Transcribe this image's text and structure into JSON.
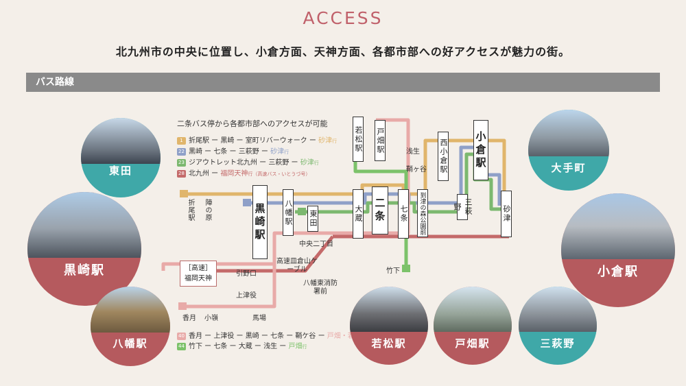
{
  "header": {
    "title": "ACCESS",
    "subtitle": "北九州市の中央に位置し、小倉方面、天神方面、各都市部への好アクセスが魅力の街。"
  },
  "section": {
    "label": "バス路線"
  },
  "diagram": {
    "caption": "二条バス停から各都市部へのアクセスが可能",
    "routes": [
      {
        "num": "1",
        "color": "#e0b56b",
        "text": "折尾駅 ー 黒崎 ー 室町リバーウォーク ー",
        "dest": "砂津",
        "suffix": "行"
      },
      {
        "num": "22",
        "color": "#8fa0c8",
        "text": "黒崎 ー 七条 ー 三萩野 ー",
        "dest": "砂津",
        "suffix": "行"
      },
      {
        "num": "23",
        "color": "#7cb86f",
        "text": "ジアウトレット北九州 ー 三萩野 ー",
        "dest": "砂津",
        "suffix": "行"
      },
      {
        "num": "28",
        "color": "#c46a6a",
        "text": "北九州 ー",
        "dest": "福岡天神",
        "suffix": "行（高速バス・いとうづ号）"
      }
    ],
    "routes_bottom": [
      {
        "num": "40",
        "color": "#e8aaa8",
        "text": "香月 ー 上津役 ー 黒崎 ー 七条 ー 鞘ケ谷 ー",
        "dest": "戸畑・若松",
        "suffix": "行"
      },
      {
        "num": "44",
        "color": "#7cc26a",
        "text": "竹下 ー 七条 ー 大蔵 ー 浅生 ー",
        "dest": "戸畑",
        "suffix": "行"
      }
    ],
    "stations": {
      "kurosaki": "黒崎駅",
      "nijo": "二条",
      "kokura": "小倉駅",
      "yahata": "八幡駅",
      "higashida": "東田",
      "okura": "大蔵",
      "shichijo": "七条",
      "wakamatsu": "若松駅",
      "tobata": "戸畑駅",
      "nishikokura": "西小倉駅",
      "mihagino": "三萩野",
      "sunatsu": "砂津",
      "itozu": "到津の森公園前",
      "orio": "折尾駅",
      "jinnohara": "陣の原",
      "asao": "浅生",
      "sayagatani": "鞘ヶ谷",
      "chuo": "中央二丁目",
      "hikinokuchi": "引野口",
      "kamikoujaku": "上津役",
      "kosokuyama": "高速皿倉山ケーブル",
      "yahatahigashi": "八幡東消防署前",
      "kazuki": "香月",
      "koyama": "小嶺",
      "bajo": "馬場",
      "takeshita": "竹下",
      "express": "［高速］",
      "tenjin": "福岡天神"
    }
  },
  "photos": [
    {
      "id": "higashida",
      "label": "東田",
      "ring": "#3fa8a8"
    },
    {
      "id": "kurosaki",
      "label": "黒崎駅",
      "ring": "#b55a5e"
    },
    {
      "id": "yahata",
      "label": "八幡駅",
      "ring": "#b55a5e"
    },
    {
      "id": "wakamatsu",
      "label": "若松駅",
      "ring": "#b55a5e"
    },
    {
      "id": "tobata",
      "label": "戸畑駅",
      "ring": "#b55a5e"
    },
    {
      "id": "mihagino",
      "label": "三萩野",
      "ring": "#3fa8a8"
    },
    {
      "id": "otemachi",
      "label": "大手町",
      "ring": "#3fa8a8"
    },
    {
      "id": "kokura",
      "label": "小倉駅",
      "ring": "#b55a5e"
    }
  ]
}
